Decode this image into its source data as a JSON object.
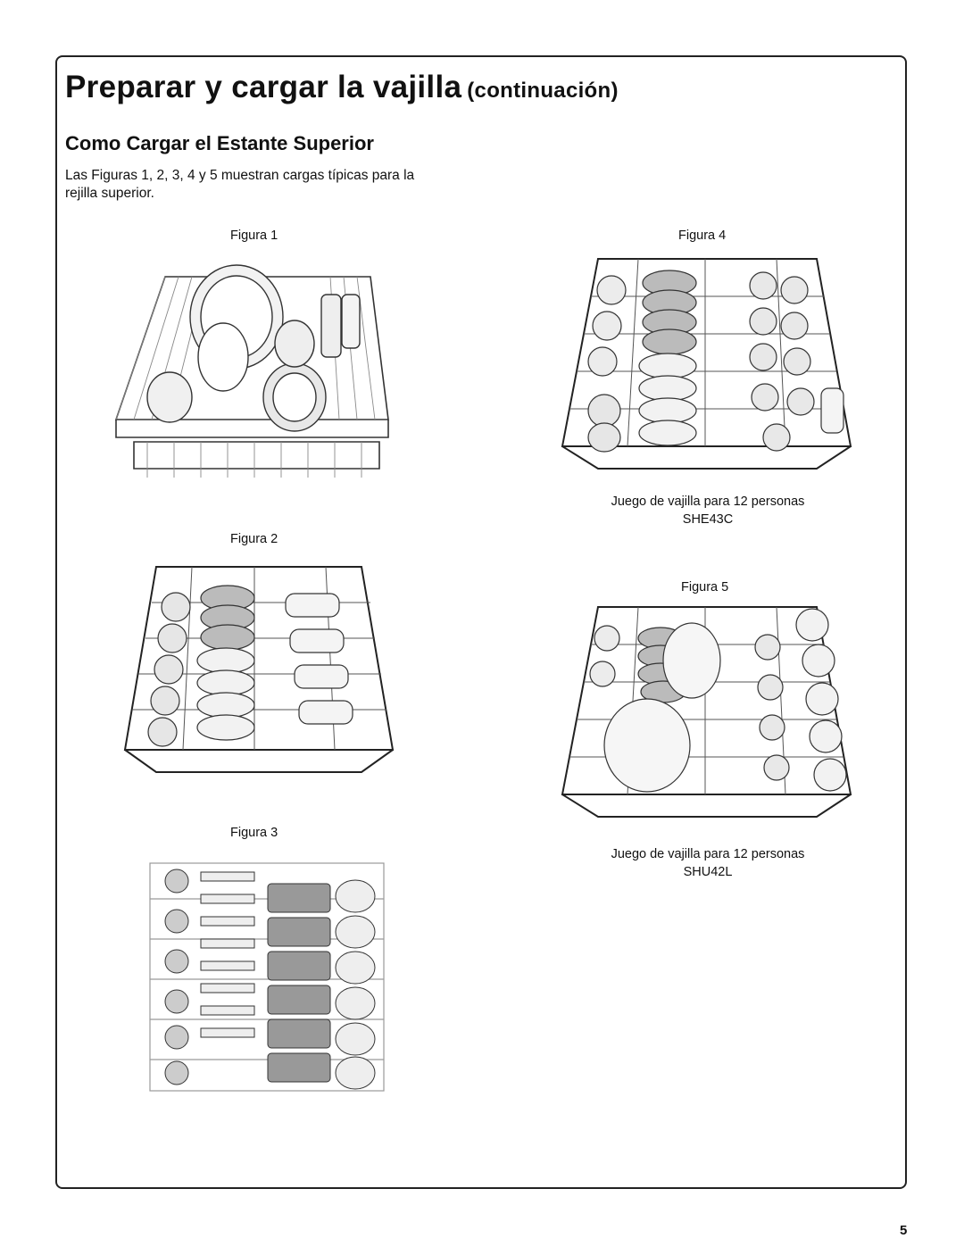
{
  "header": {
    "title": "Preparar y cargar la vajilla",
    "title_suffix": "(continuación)"
  },
  "section": {
    "heading": "Como Cargar el Estante Superior",
    "intro": "Las Figuras 1, 2, 3, 4 y 5 muestran cargas típicas para la rejilla superior."
  },
  "figures": {
    "fig1": {
      "label": "Figura 1"
    },
    "fig2": {
      "label": "Figura 2"
    },
    "fig3": {
      "label": "Figura 3"
    },
    "fig4": {
      "label": "Figura 4",
      "caption_line1": "Juego de vajilla para 12 personas",
      "caption_line2": "SHE43C"
    },
    "fig5": {
      "label": "Figura 5",
      "caption_line1": "Juego de vajilla para 12 personas",
      "caption_line2": "SHU42L"
    }
  },
  "footer": {
    "page_number": "5"
  }
}
